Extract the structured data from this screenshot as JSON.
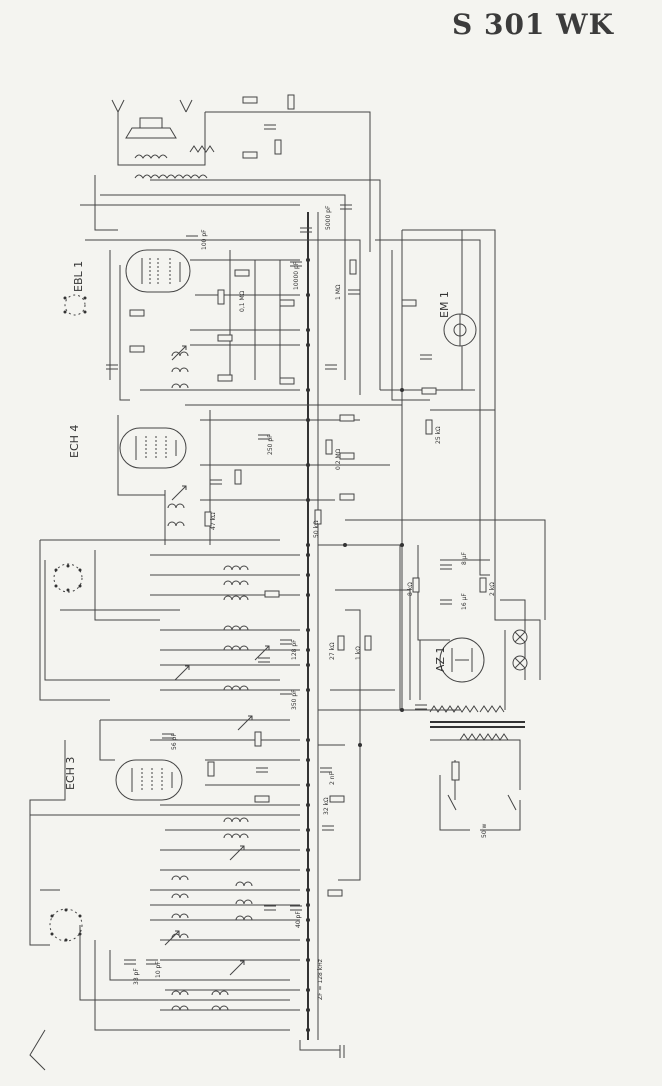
{
  "title": "S 301 WK",
  "tubes": [
    "EBL 1",
    "ECH 4",
    "ECH 3",
    "AZ 1",
    "EM 1"
  ],
  "labels": {
    "if_freq": "ZF = 128 kHz",
    "mains_voltage": "50 w",
    "r_1m": "1 MΩ",
    "r_47k": "47 kΩ",
    "r_50k": "50 kΩ",
    "r_25k": "25 kΩ",
    "r_220k": "0,2 MΩ",
    "r_100k": "0,1 MΩ",
    "c_5000": "5000 pF",
    "c_10000": "10000 pF",
    "c_100": "100 pF",
    "c_250": "250 pF",
    "c_350": "350 pF",
    "c_128": "128 pF",
    "c_40": "40 pF",
    "c_33": "33 pF",
    "c_10": "10 pF",
    "c_8uf": "8 µF",
    "c_16uf": "16 µF",
    "r_8k": "8 kΩ",
    "r_2k": "2 kΩ",
    "r_1k": "1 kΩ",
    "c_2": "2 nF",
    "r_27k": "27 kΩ",
    "r_32k": "32 kΩ",
    "c_56": "56 pF"
  }
}
